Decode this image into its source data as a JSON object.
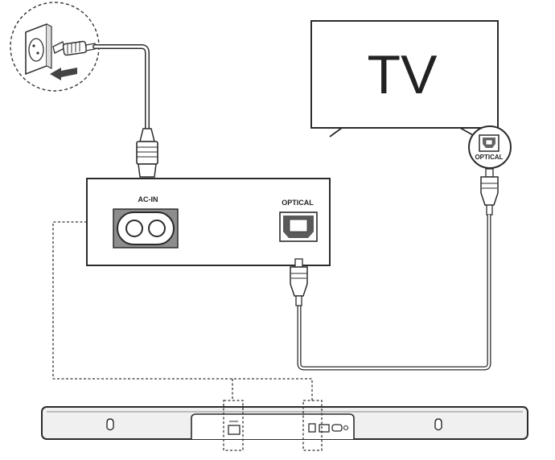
{
  "tv": {
    "label": "TV"
  },
  "panel": {
    "ac_in_label": "AC-IN",
    "optical_label": "OPTICAL"
  },
  "tv_port": {
    "optical_label": "OPTICAL"
  },
  "colors": {
    "line": "#2b2b2b",
    "fill_dark": "#555555",
    "panel_gray": "#9a9a9a",
    "bar_fill": "#e9e9e9"
  }
}
